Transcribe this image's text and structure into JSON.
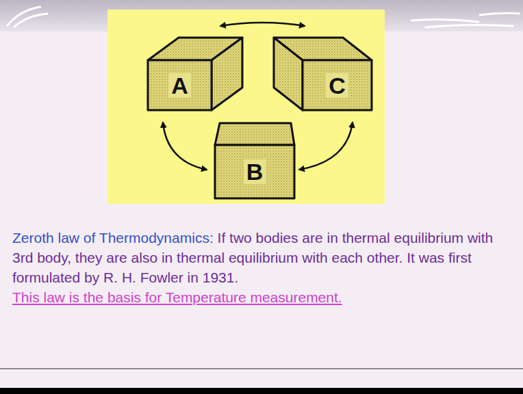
{
  "diagram": {
    "nodes": [
      {
        "text": [
          "A"
        ]
      },
      {
        "text": [
          "C"
        ]
      },
      {
        "text": [
          "B"
        ]
      }
    ],
    "edges": [
      {
        "from": 0,
        "to": 1,
        "arrow": "both"
      },
      {
        "from": 0,
        "to": 2,
        "arrow": "both"
      },
      {
        "from": 1,
        "to": 2,
        "arrow": "both"
      }
    ],
    "labels": [
      "Zeroth law of Thermodynamics:",
      "If two bodies are in thermal equilibrium with 3rd body, they are also in thermal equilibrium with each other. It was first formulated by R. H. Fowler in 1931.",
      "This law is the basis for Temperature measurement."
    ]
  }
}
